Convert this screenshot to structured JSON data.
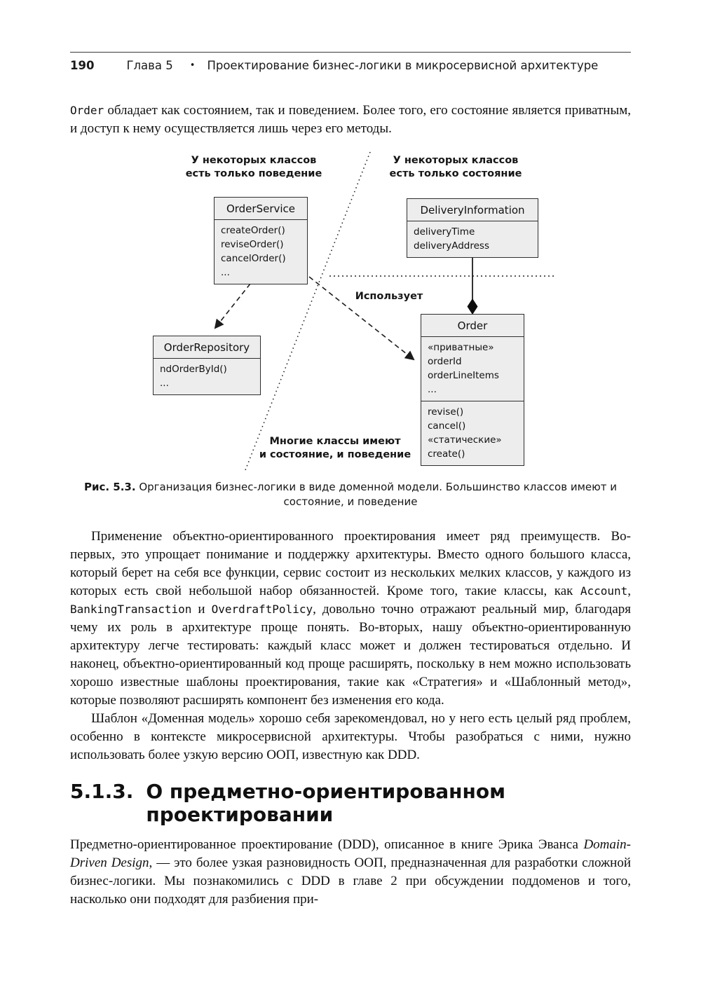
{
  "colors": {
    "box_fill": "#ededed",
    "box_border": "#2e2e2e",
    "text": "#111111",
    "rule": "#3a3a3a"
  },
  "running_head": {
    "page_number": "190",
    "chapter": "Глава 5",
    "bullet": "•",
    "chapter_title": "Проектирование бизнес-логики в микросервисной архитектуре"
  },
  "intro_paragraph": [
    {
      "t": "Order",
      "s": "mono"
    },
    {
      "t": " обладает как состоянием, так и поведением. Более того, его состояние является приватным, и доступ к нему осуществляется лишь через его методы."
    }
  ],
  "diagram": {
    "annotations": {
      "behavior_only": [
        "У некоторых классов",
        "есть только поведение"
      ],
      "state_only": [
        "У некоторых классов",
        "есть только состояние"
      ],
      "uses": "Использует",
      "state_and_behavior": [
        "Многие классы имеют",
        "и состояние, и поведение"
      ]
    },
    "classes": {
      "order_service": {
        "name": "OrderService",
        "members": [
          "createOrder()",
          "reviseOrder()",
          "cancelOrder()",
          "..."
        ]
      },
      "delivery_information": {
        "name": "DeliveryInformation",
        "members": [
          "deliveryTime",
          "deliveryAddress"
        ]
      },
      "order_repository": {
        "name": "OrderRepository",
        "members": [
          "ndOrderById()",
          "..."
        ]
      },
      "order": {
        "name": "Order",
        "attributes": [
          "«приватные»",
          "orderId",
          "orderLineItems",
          "..."
        ],
        "methods": [
          "revise()",
          "cancel()",
          "«статические»",
          "create()"
        ]
      }
    }
  },
  "figure_caption": [
    {
      "t": "Рис. 5.3.",
      "s": "bold"
    },
    {
      "t": " Организация бизнес-логики в виде доменной модели. Большинство классов имеют и состояние, и поведение"
    }
  ],
  "paragraph_2": [
    {
      "t": "Применение объектно-ориентированного проектирования имеет ряд преимуществ. Во-первых, это упрощает понимание и поддержку архитектуры. Вместо одного большого класса, который берет на себя все функции, сервис состоит из нескольких мелких классов, у каждого из которых есть свой небольшой набор обязанностей. Кроме того, такие классы, как "
    },
    {
      "t": "Account",
      "s": "mono"
    },
    {
      "t": ", "
    },
    {
      "t": "BankingTransaction",
      "s": "mono"
    },
    {
      "t": " и "
    },
    {
      "t": "OverdraftPolicy",
      "s": "mono"
    },
    {
      "t": ", довольно точно отражают реальный мир, благодаря чему их роль в архитектуре проще понять. Во-вторых, нашу объектно-ориентированную архитектуру легче тестировать: каждый класс может и должен тестироваться отдельно. И наконец, объектно-ориентированный код проще расширять, поскольку в нем можно использовать хорошо известные шаблоны проектирования, такие как «Стратегия» и «Шаблонный метод», которые позволяют расширять компонент без изменения его кода."
    }
  ],
  "paragraph_3": [
    {
      "t": "Шаблон «Доменная модель» хорошо себя зарекомендовал, но у него есть целый ряд проблем, особенно в контексте микросервисной архитектуры. Чтобы разобраться с ними, нужно использовать более узкую версию ООП, известную как DDD."
    }
  ],
  "section_heading": {
    "number": "5.1.3.",
    "title": "О предметно-ориентированном проектировании"
  },
  "paragraph_4": [
    {
      "t": "Предметно-ориентированное проектирование (DDD), описанное в книге Эрика Эванса "
    },
    {
      "t": "Domain-Driven Design",
      "s": "italic"
    },
    {
      "t": ", — это более узкая разновидность ООП, предназначенная для разработки сложной бизнес-логики. Мы познакомились с DDD в главе 2 при обсуждении поддоменов и того, насколько они подходят для разбиения при-"
    }
  ]
}
